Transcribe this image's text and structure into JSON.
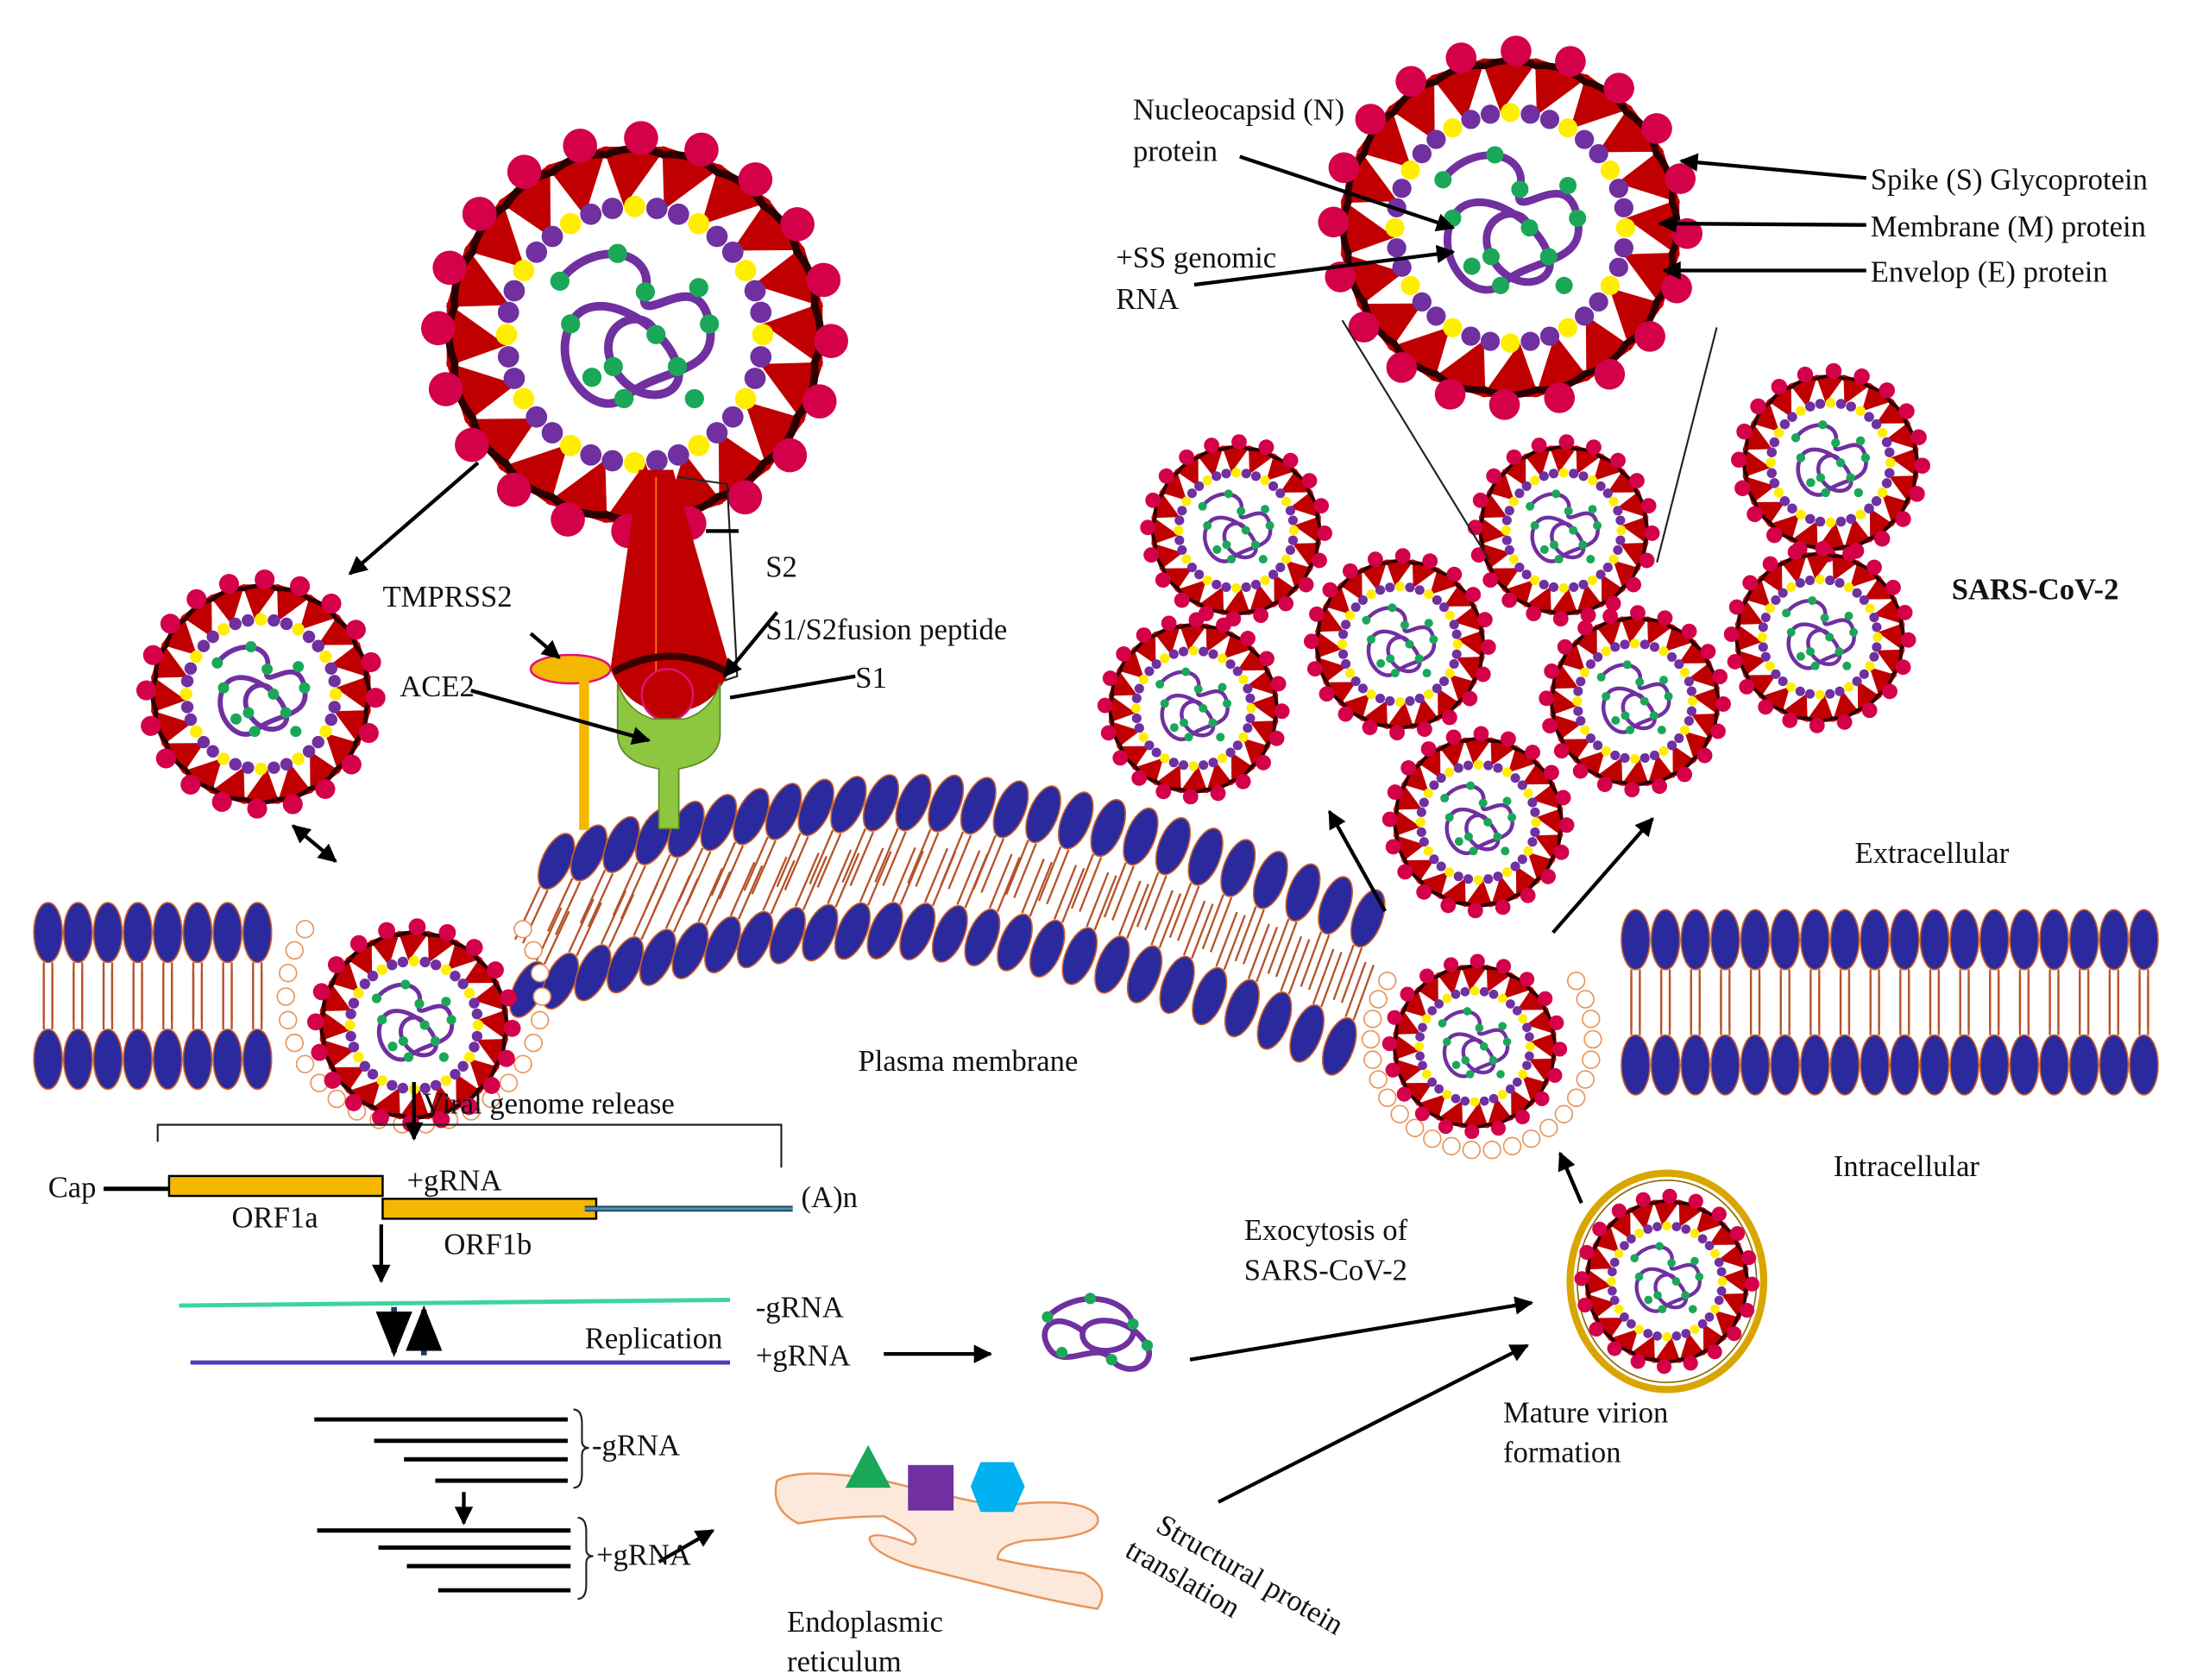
{
  "title": "SARS-CoV-2 entry, replication and exocytosis",
  "colors": {
    "spike": "#c00000",
    "spike_tip": "#d4004a",
    "membrane_protein": "#7030a0",
    "envelope_protein": "#ffee00",
    "nucleocapsid": "#1aa858",
    "rna": "#7030a0",
    "lipid_head": "#2a2a9e",
    "lipid_tail": "#b5532a",
    "orf_box": "#f5b800",
    "ace2": "#8dc63f",
    "tmprss2": "#f5b800",
    "er": "#fde9dc",
    "er_outline": "#e8955a",
    "minus_strand": "#3cd4a0",
    "plus_strand": "#4d3bc0",
    "triangle": "#1aa858",
    "square": "#7030a0",
    "hexagon": "#00b0f0"
  },
  "virion_legend": {
    "nucleocapsid": "Nucleocapsid (N)",
    "nucleocapsid_2": "protein",
    "rna": "+SS genomic",
    "rna_2": "RNA",
    "spike": "Spike (S) Glycoprotein",
    "membrane": "Membrane (M) protein",
    "envelope": "Envelop (E) protein"
  },
  "entry": {
    "tmprss2": "TMPRSS2",
    "ace2": "ACE2",
    "s2": "S2",
    "fusion": "S1/S2fusion peptide",
    "s1": "S1"
  },
  "virus_name": "SARS-CoV-2",
  "regions": {
    "extracellular": "Extracellular",
    "intracellular": "Intracellular",
    "plasma_membrane": "Plasma  membrane"
  },
  "genome": {
    "release": "Viral genome release",
    "cap": "Cap",
    "grna": "+gRNA",
    "orf1a": "ORF1a",
    "orf1b": "ORF1b",
    "polya": "(A)n",
    "minus_grna": "-gRNA",
    "replication": "Replication",
    "plus_grna": "+gRNA",
    "subgenomic_minus": "-gRNA",
    "subgenomic_plus": "+gRNA"
  },
  "assembly": {
    "er_1": "Endoplasmic",
    "er_2": "reticulum",
    "translation_1": "Structural protein",
    "translation_2": "translation",
    "exocytosis_1": "Exocytosis of",
    "exocytosis_2": "SARS-CoV-2",
    "mature_1": "Mature virion",
    "mature_2": "formation"
  }
}
